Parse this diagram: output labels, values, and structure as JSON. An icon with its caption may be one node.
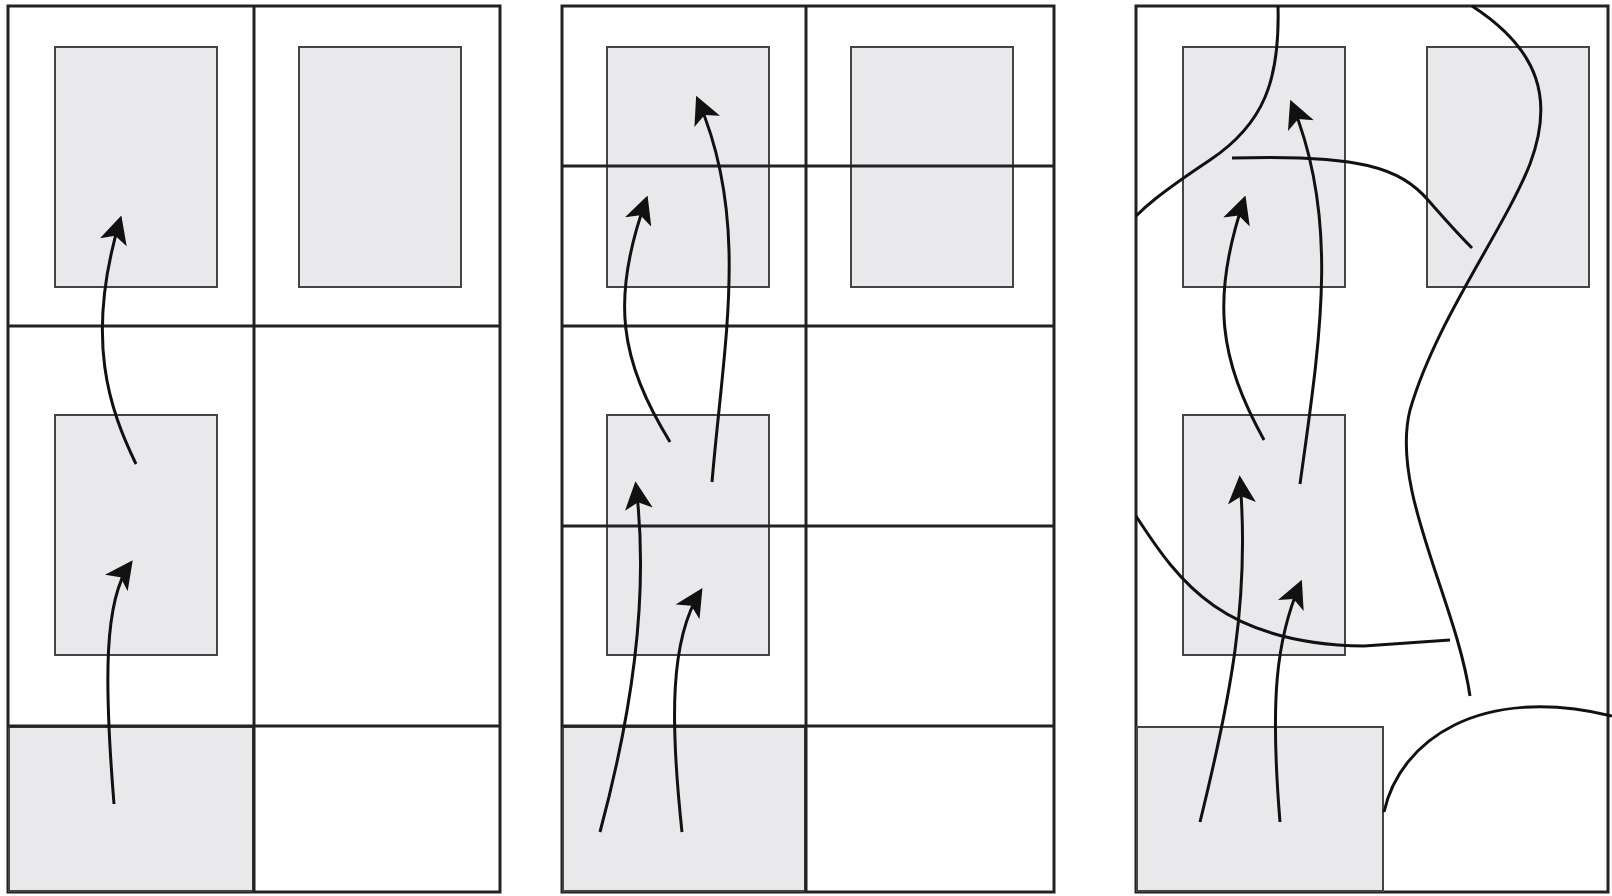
{
  "diagram": {
    "nodes": [
      {
        "text": [],
        "shape": "box"
      },
      {
        "text": [],
        "shape": "box"
      },
      {
        "text": [],
        "shape": "box"
      },
      {
        "text": [],
        "shape": "box"
      },
      {
        "text": [],
        "shape": "box"
      },
      {
        "text": [],
        "shape": "box"
      },
      {
        "text": [],
        "shape": "box"
      },
      {
        "text": [],
        "shape": "box"
      },
      {
        "text": [],
        "shape": "box"
      },
      {
        "text": [],
        "shape": "box"
      },
      {
        "text": [],
        "shape": "box"
      },
      {
        "text": [],
        "shape": "box"
      }
    ],
    "edges": [
      {
        "from": 3,
        "to": 2,
        "arrow": "to"
      },
      {
        "from": 2,
        "to": 0,
        "arrow": "to"
      },
      {
        "from": 7,
        "to": 6,
        "arrow": "to"
      },
      {
        "from": 7,
        "to": 6,
        "arrow": "to"
      },
      {
        "from": 6,
        "to": 4,
        "arrow": "to"
      },
      {
        "from": 6,
        "to": 4,
        "arrow": "to"
      },
      {
        "from": 11,
        "to": 10,
        "arrow": "to"
      },
      {
        "from": 11,
        "to": 10,
        "arrow": "to"
      },
      {
        "from": 10,
        "to": 8,
        "arrow": "to"
      },
      {
        "from": 10,
        "to": 8,
        "arrow": "to"
      }
    ]
  }
}
